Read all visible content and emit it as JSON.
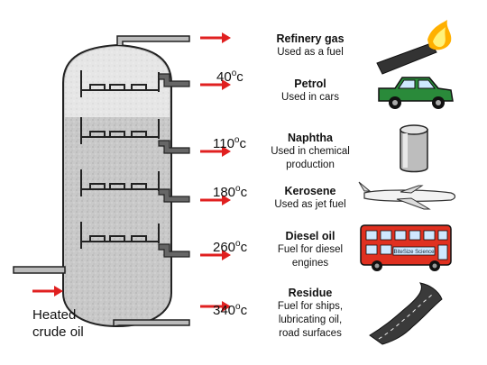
{
  "feed_label": "Heated\ncrude oil",
  "fractions": [
    {
      "name": "Refinery gas",
      "desc": "Used as a fuel",
      "temp": "",
      "icon": "flame-torch-icon"
    },
    {
      "name": "Petrol",
      "desc": "Used in cars",
      "temp": "40",
      "icon": "car-icon"
    },
    {
      "name": "Naphtha",
      "desc": "Used in chemical\nproduction",
      "temp": "110",
      "icon": "drum-icon"
    },
    {
      "name": "Kerosene",
      "desc": "Used as jet fuel",
      "temp": "180",
      "icon": "jet-plane-icon"
    },
    {
      "name": "Diesel oil",
      "desc": "Fuel for diesel\nengines",
      "temp": "260",
      "icon": "bus-icon"
    },
    {
      "name": "Residue",
      "desc": "Fuel for ships,\nlubricating oil,\nroad surfaces",
      "temp": "340",
      "icon": "road-icon"
    }
  ],
  "temp_unit": "c",
  "degree_symbol": "o",
  "bus_sign": "BiteSize Science",
  "colors": {
    "arrow": "#e02020",
    "column_fill": "#c8c8c8",
    "pipe": "#555555",
    "car": "#2a8a3a",
    "bus": "#e03020",
    "flame": "#ffb000"
  }
}
